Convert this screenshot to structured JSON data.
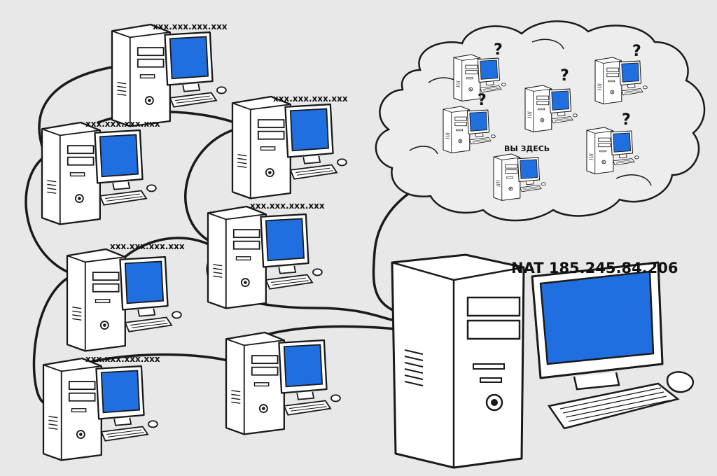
{
  "colors": {
    "background": "#e8e8e8",
    "screen": "#1f6fe0",
    "outline": "#1a1a1a",
    "case": "#ffffff"
  },
  "labels": {
    "ip_placeholder": "xxx.xxx.xxx.xxx",
    "nat": "NAT 185.245.84.206",
    "you_are_here": "ВЫ ЗДЕСЬ",
    "unknown": "?"
  },
  "icons": {
    "computer": "desktop-computer-icon",
    "cloud": "cloud-icon"
  }
}
